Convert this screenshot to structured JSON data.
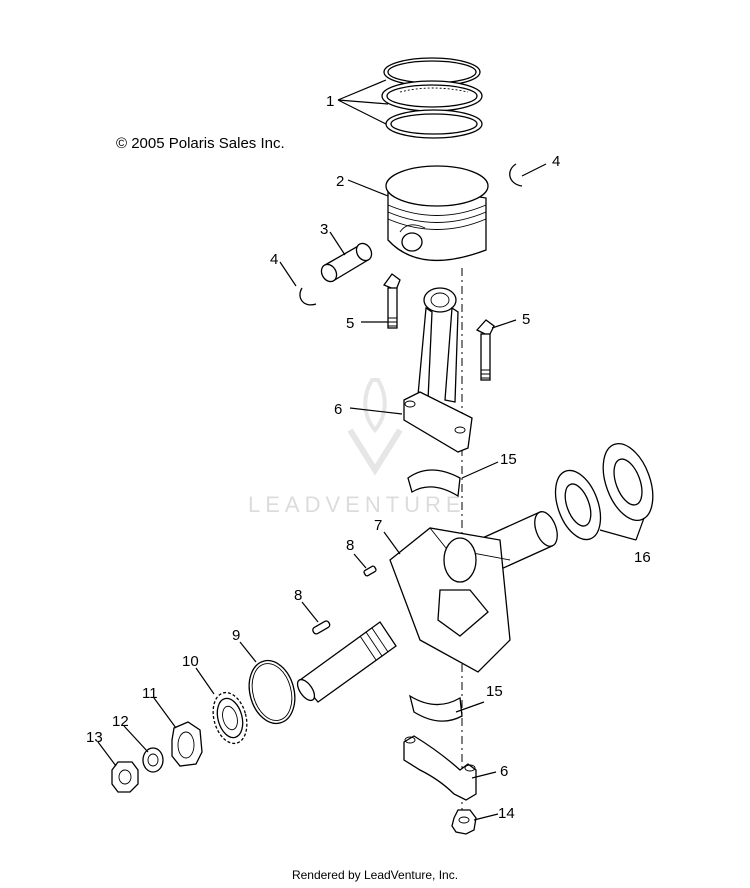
{
  "copyright": "© 2005 Polaris Sales Inc.",
  "watermark": "LEADVENTURE",
  "footer": "Rendered by LeadVenture, Inc.",
  "callouts": {
    "piston_rings": "1",
    "piston": "2",
    "piston_pin": "3",
    "circlip_right": "4",
    "circlip_left": "4",
    "bolt_left": "5",
    "bolt_right": "5",
    "rod_top": "6",
    "rod_cap": "6",
    "crankshaft": "7",
    "key_upper": "8",
    "key_lower": "8",
    "oring": "9",
    "gear": "10",
    "nut_large": "11",
    "washer": "12",
    "nut_small": "13",
    "nut_bottom": "14",
    "bearing_upper": "15",
    "bearing_lower": "15",
    "ball_bearings": "16"
  }
}
